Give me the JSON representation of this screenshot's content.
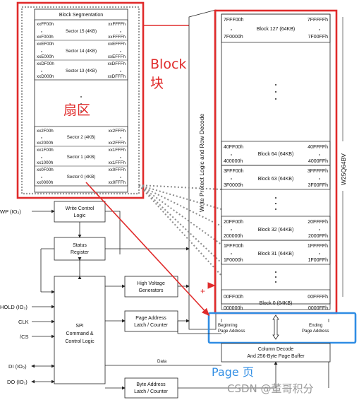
{
  "sector_panel": {
    "title": "Block Segmentation",
    "sectors": [
      {
        "name": "Sector 15 (4KB)",
        "start": "xxF000h",
        "end": "xxFFFFh"
      },
      {
        "name": "Sector 14 (4KB)",
        "start": "xxE000h",
        "end": "xxEFFFh"
      },
      {
        "name": "Sector 13 (4KB)",
        "start": "xxD000h",
        "end": "xxDFFFh"
      },
      {
        "name": "Sector 2 (4KB)",
        "start": "xx2000h",
        "end": "xx2FFFh"
      },
      {
        "name": "Sector 1 (4KB)",
        "start": "xx1000h",
        "end": "xx1FFFh"
      },
      {
        "name": "Sector 0 (4KB)",
        "start": "xx0000h",
        "end": "xx0FFFh"
      }
    ],
    "sector_top_addrs": [
      "xxFF00h",
      "xxFFFFh",
      "xxEF00h",
      "xxEFFFh",
      "xxDF00h",
      "xxDFFFh",
      "xx2F00h",
      "xx2FFFh",
      "xx1F00h",
      "xx1FFFh",
      "xx0F00h",
      "xx0FFFh"
    ]
  },
  "memory_array": {
    "chip_label": "W25Q64BV",
    "blocks": [
      {
        "name": "Block 127 (64KB)",
        "tl": "7FFF00h",
        "tr": "7FFFFFh",
        "bl": "7F0000h",
        "br": "7F00FFh"
      },
      {
        "name": "Block 64 (64KB)",
        "tl": "40FF00h",
        "tr": "40FFFFh",
        "bl": "400000h",
        "br": "4000FFh"
      },
      {
        "name": "Block 63 (64KB)",
        "tl": "3FFF00h",
        "tr": "3FFFFFh",
        "bl": "3F0000h",
        "br": "3F00FFh"
      },
      {
        "name": "Block 32 (64KB)",
        "tl": "20FF00h",
        "tr": "20FFFFh",
        "bl": "200000h",
        "br": "2000FFh"
      },
      {
        "name": "Block 31 (64KB)",
        "tl": "1FFF00h",
        "tr": "1FFFFFh",
        "bl": "1F0000h",
        "br": "1F00FFh"
      },
      {
        "name": "Block 0 (64KB)",
        "tl": "00FF00h",
        "tr": "00FFFFh",
        "bl": "000000h",
        "br": "0000FFh"
      }
    ]
  },
  "blocks_ui": {
    "write_protect": "Write Protect Logic and Row Decode",
    "write_control": [
      "Write Control",
      "Logic"
    ],
    "status_register": [
      "Status",
      "Register"
    ],
    "high_voltage": [
      "High Voltage",
      "Generators"
    ],
    "page_latch": [
      "Page Address",
      "Latch / Counter"
    ],
    "spi_logic": [
      "SPI",
      "Command &",
      "Control Logic"
    ],
    "byte_latch": [
      "Byte Address",
      "Latch / Counter"
    ],
    "column_decode": [
      "Column Decode",
      "And 256-Byte Page Buffer"
    ],
    "beginning_page": [
      "Beginning",
      "Page Address"
    ],
    "ending_page": [
      "Ending",
      "Page Address"
    ],
    "data_label": "Data"
  },
  "pins": {
    "wp": "WP (IO₂)",
    "hold": "HOLD (IO₃)",
    "clk": "CLK",
    "cs": "/CS",
    "di": "DI (IO₀)",
    "do": "DO (IO₁)"
  },
  "annotations": {
    "block": "Block",
    "block_cn": "块",
    "sector_cn": "扇区",
    "page": "Page 页",
    "plus": "+"
  },
  "watermark": "CSDN @董哥积分",
  "colors": {
    "red": "#e02b2b",
    "blue": "#2f8de4",
    "line": "#222222",
    "dot": "#8c8c8c"
  }
}
